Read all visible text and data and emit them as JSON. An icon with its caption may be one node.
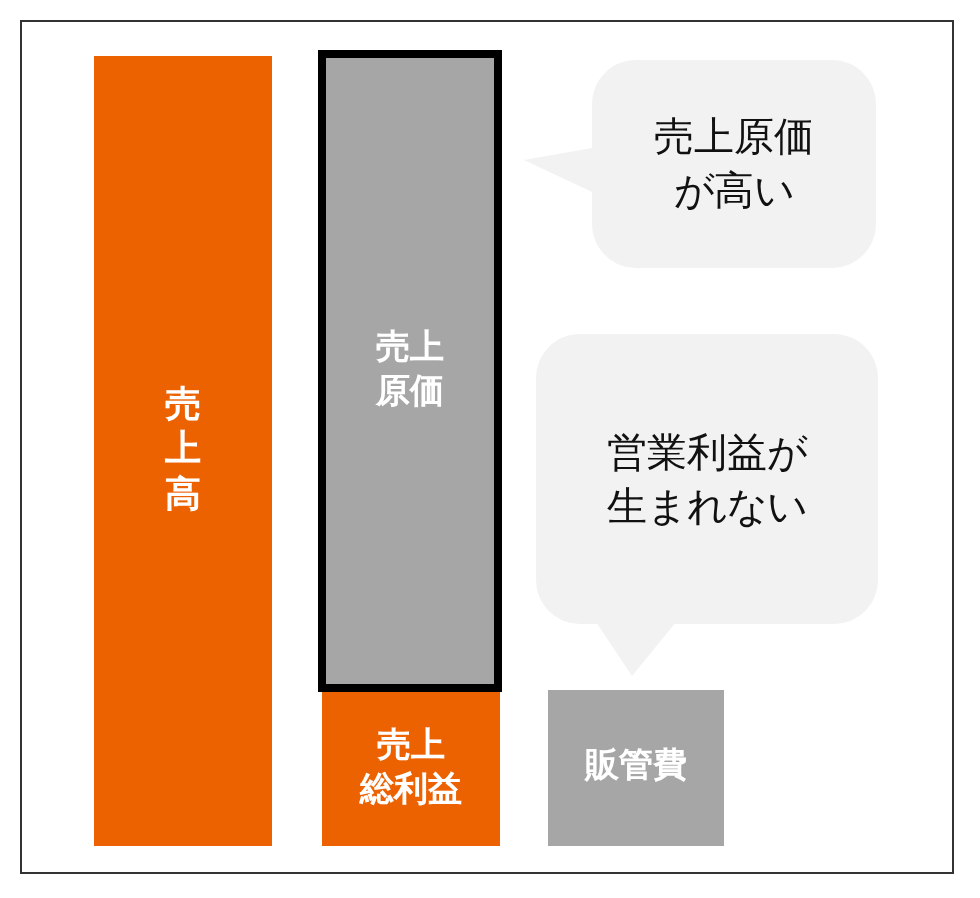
{
  "diagram": {
    "nodes": [
      {
        "text": [
          "売上高"
        ]
      },
      {
        "text": [
          "売上原価"
        ]
      },
      {
        "text": [
          "売上総利益"
        ]
      },
      {
        "text": [
          "販管費"
        ]
      },
      {
        "text": [
          "売上原価が高い"
        ]
      },
      {
        "text": [
          "営業利益が生まれない"
        ]
      }
    ]
  }
}
